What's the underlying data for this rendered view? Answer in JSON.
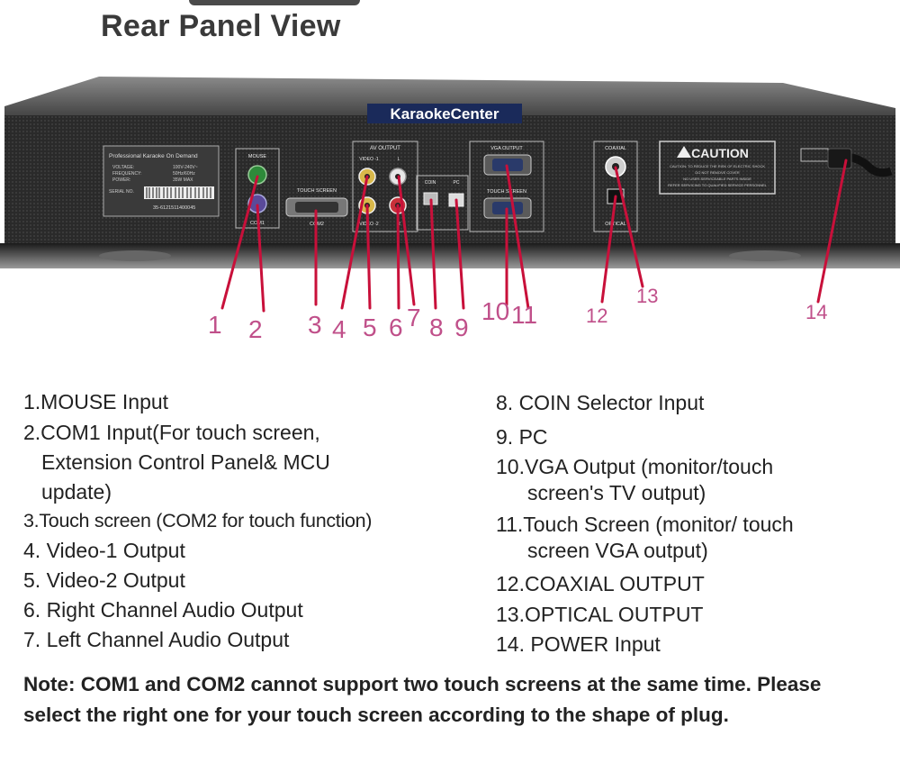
{
  "title": "Rear Panel View",
  "brand_label": "KaraokeCenter",
  "panel": {
    "info_title": "Professional Karaoke On Demand",
    "info_lines": [
      "VOLTAGE:",
      "FREQUENCY:",
      "POWER:"
    ],
    "info_values": [
      "100V-240V~",
      "50Hz/60Hz",
      "35W MAX"
    ],
    "serial_label": "SERIAL NO.",
    "serial_number": "35-6121511400045",
    "mouse_label": "MOUSE",
    "com1_label": "COM1",
    "touch_screen_label": "TOUCH SCREEN",
    "com2_label": "COM2",
    "av_output_label": "AV OUTPUT",
    "video1_label": "VIDEO -1",
    "video2_label": "VIDEO -2",
    "l_label": "L",
    "r_label": "R",
    "coin_label": "COIN",
    "pc_label": "PC",
    "vga_output_label": "VGA OUTPUT",
    "touch_screen2_label": "TOUCH SCREEN",
    "coaxial_label": "COAXIAL",
    "optical_label": "OPTICAL",
    "caution_label": "CAUTION",
    "caution_lines": [
      "CAUTION: TO REDUCE THE RISK OF ELECTRIC SHOCK",
      "DO NOT REMOVE COVER",
      "NO USER-SERVICEABLE PARTS INSIDE",
      "REFER SERVICING TO QUALIFIED SERVICE PERSONNEL"
    ]
  },
  "callouts": [
    "1",
    "2",
    "3",
    "4",
    "5",
    "6",
    "7",
    "8",
    "9",
    "10",
    "11",
    "12",
    "13",
    "14"
  ],
  "legend_left": [
    "1.MOUSE Input",
    "2.COM1 Input(For touch screen,",
    "Extension Control Panel& MCU",
    "update)",
    "3.Touch screen (COM2 for touch function)",
    "4. Video-1 Output",
    "5. Video-2 Output",
    "6. Right Channel Audio Output",
    "7. Left Channel Audio Output"
  ],
  "legend_right": [
    "8. COIN Selector Input",
    "9. PC",
    "10.VGA Output (monitor/touch",
    "screen's TV output)",
    "11.Touch Screen (monitor/ touch",
    "screen VGA output)",
    "12.COAXIAL OUTPUT",
    "13.OPTICAL OUTPUT",
    "14. POWER Input"
  ],
  "note": "Note: COM1 and COM2 cannot support two touch screens at the same time. Please select the right one for your touch screen according to the shape of plug.",
  "colors": {
    "callout": "#c0508a",
    "leader": "#c8103a",
    "panel": "#1e1e1e"
  }
}
